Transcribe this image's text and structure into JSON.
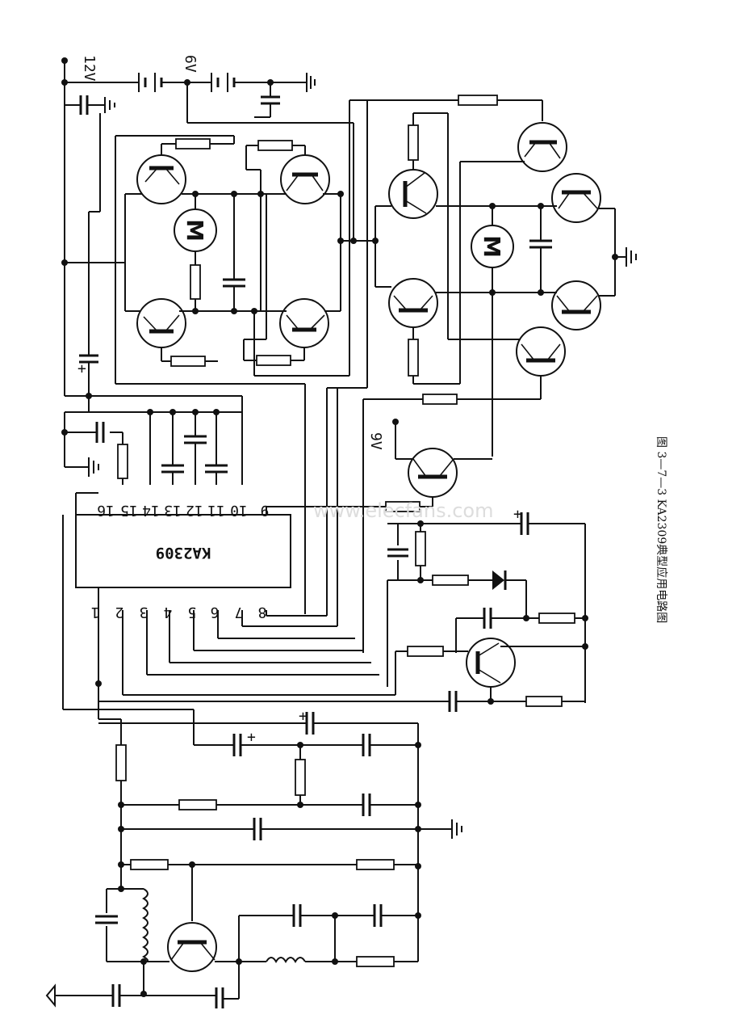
{
  "labels": {
    "v12": "12V",
    "v6": "6V",
    "v9": "9V",
    "motor": "M",
    "chip": "KA2309",
    "pins_top": [
      "16",
      "15",
      "14",
      "13",
      "12",
      "11",
      "10",
      "9"
    ],
    "pins_bottom": [
      "1",
      "2",
      "3",
      "4",
      "5",
      "6",
      "7",
      "8"
    ]
  },
  "caption": "图 3—7—3   KA2309典型应用电路图",
  "watermark": "www.elecfans.com"
}
